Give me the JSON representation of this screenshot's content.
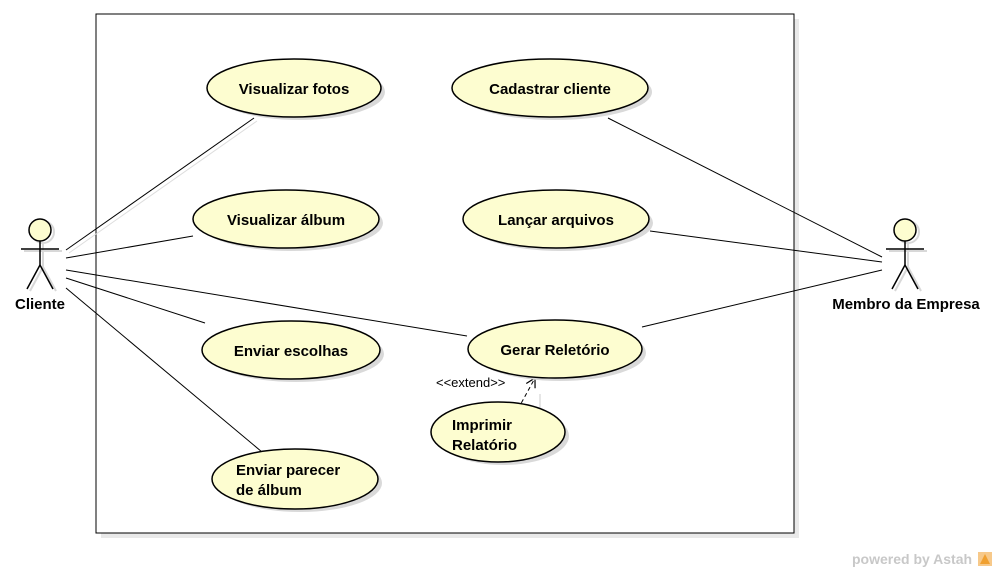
{
  "actors": {
    "client": {
      "label": "Cliente"
    },
    "member": {
      "label": "Membro da Empresa"
    }
  },
  "use_cases": {
    "visualizar_fotos": {
      "label": "Visualizar fotos"
    },
    "visualizar_album": {
      "label": "Visualizar álbum"
    },
    "enviar_escolhas": {
      "label": "Enviar escolhas"
    },
    "enviar_parecer": {
      "line1": "Enviar parecer",
      "line2": "de álbum"
    },
    "cadastrar_cliente": {
      "label": "Cadastrar cliente"
    },
    "lancar_arquivos": {
      "label": "Lançar arquivos"
    },
    "gerar_relatorio": {
      "label": "Gerar Reletório"
    },
    "imprimir_relatorio": {
      "line1": "Imprimir",
      "line2": "Relatório"
    }
  },
  "relations": {
    "extend_label": "<<extend>>"
  },
  "branding": {
    "text": "powered by Astah"
  },
  "colors": {
    "usecase_fill": "#fdfdd0",
    "actor_fill": "#fdfdd0",
    "line": "#000000",
    "shadow": "#d8d8d8",
    "brand_text": "#c8c8c8",
    "brand_logo": "#f0a030"
  }
}
